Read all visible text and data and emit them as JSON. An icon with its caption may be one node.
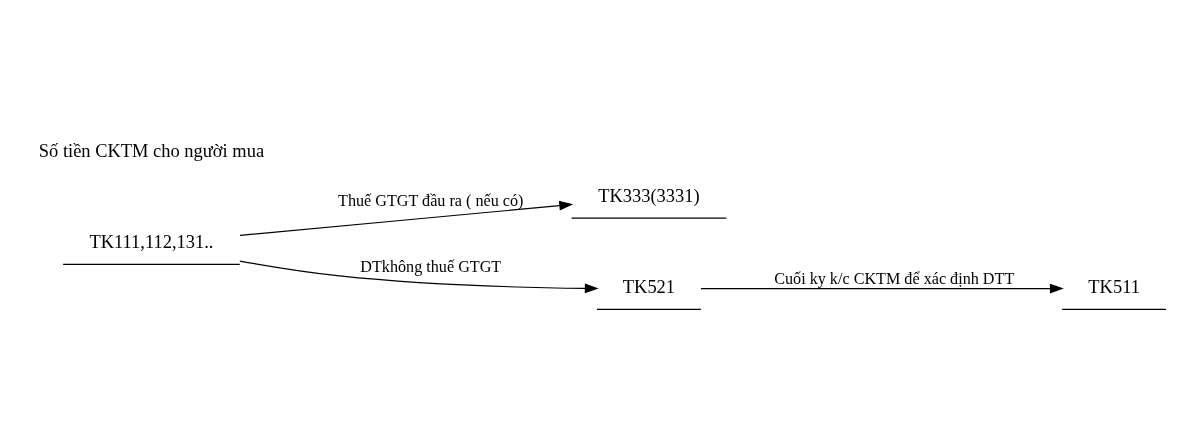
{
  "diagram": {
    "nodes": [
      {
        "text": [
          "TK111,112,131.."
        ]
      },
      {
        "text": [
          "TK333(3331)"
        ]
      },
      {
        "text": [
          "TK521"
        ]
      },
      {
        "text": [
          "TK511"
        ]
      }
    ],
    "edges": [
      {
        "from": 0,
        "to": 1,
        "arrow": "to",
        "label": "Thuế GTGT đầu ra ( nếu có)"
      },
      {
        "from": 0,
        "to": 2,
        "arrow": "to",
        "label": "DTkhông thuế GTGT"
      },
      {
        "from": 2,
        "to": 3,
        "arrow": "to",
        "label": "Cuối ky k/c CKTM để xác định DTT"
      }
    ],
    "labels": [
      "Số tiền CKTM cho người mua"
    ]
  }
}
